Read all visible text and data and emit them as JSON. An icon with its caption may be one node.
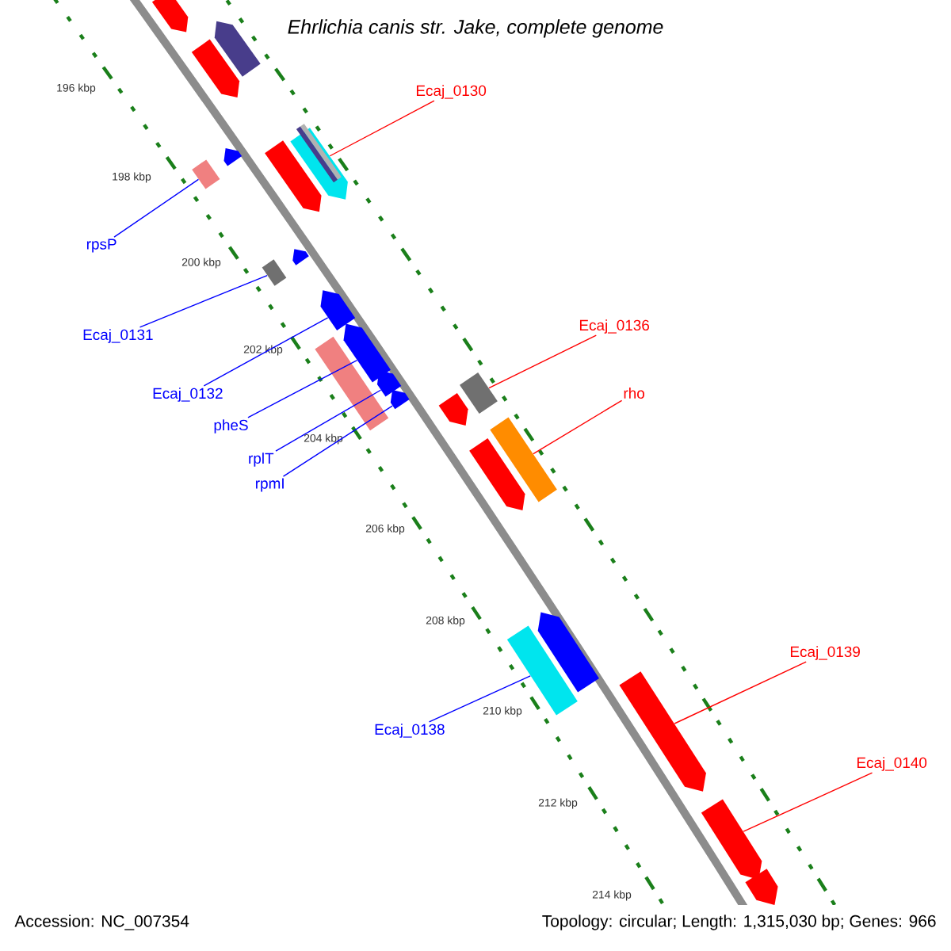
{
  "diagram": {
    "title": "Ehrlichia canis str. Jake, complete genome",
    "nodes": [
      {
        "text": [
          "Ecaj_0130"
        ]
      },
      {
        "text": [
          "rpsP"
        ]
      },
      {
        "text": [
          "Ecaj_0131"
        ]
      },
      {
        "text": [
          "Ecaj_0136"
        ]
      },
      {
        "text": [
          "Ecaj_0132"
        ]
      },
      {
        "text": [
          "rho"
        ]
      },
      {
        "text": [
          "pheS"
        ]
      },
      {
        "text": [
          "rplT"
        ]
      },
      {
        "text": [
          "rpmI"
        ]
      },
      {
        "text": [
          "Ecaj_0138"
        ]
      },
      {
        "text": [
          "Ecaj_0139"
        ]
      },
      {
        "text": [
          "Ecaj_0140"
        ]
      },
      {
        "text": [],
        "shape": "bar"
      },
      {
        "text": [],
        "shape": "bar"
      },
      {
        "text": [],
        "shape": "bar"
      },
      {
        "text": [],
        "shape": "bar"
      },
      {
        "text": [],
        "shape": "bar"
      },
      {
        "text": [],
        "shape": "bar"
      },
      {
        "text": [],
        "shape": "bar"
      },
      {
        "text": [],
        "shape": "bar"
      },
      {
        "text": [],
        "shape": "bar"
      },
      {
        "text": [],
        "shape": "bar"
      },
      {
        "text": [],
        "shape": "bar"
      },
      {
        "text": [],
        "shape": "bar"
      },
      {
        "text": [],
        "shape": "bar"
      },
      {
        "text": [],
        "shape": "bar"
      },
      {
        "text": [],
        "shape": "bar"
      },
      {
        "text": [],
        "shape": "bar"
      },
      {
        "text": [],
        "shape": "bar"
      },
      {
        "text": [],
        "shape": "bar"
      },
      {
        "text": [],
        "shape": "bar"
      },
      {
        "text": [],
        "shape": "bar"
      },
      {
        "text": [],
        "shape": "bar"
      },
      {
        "text": [],
        "shape": "bar"
      },
      {
        "text": [],
        "shape": "bar"
      }
    ],
    "edges": [
      {
        "from": 0,
        "to": 16,
        "arrow": "none",
        "color": "#ff0000"
      },
      {
        "from": 1,
        "to": 17,
        "arrow": "none"
      },
      {
        "from": 2,
        "to": 20,
        "arrow": "none"
      },
      {
        "from": 3,
        "to": 25,
        "arrow": "none",
        "color": "#ff0000"
      },
      {
        "from": 4,
        "to": 21,
        "arrow": "none"
      },
      {
        "from": 5,
        "to": 28,
        "arrow": "none",
        "color": "#ff0000"
      },
      {
        "from": 6,
        "to": 22,
        "arrow": "none"
      },
      {
        "from": 7,
        "to": 24,
        "arrow": "none"
      },
      {
        "from": 8,
        "to": 26,
        "arrow": "none"
      },
      {
        "from": 9,
        "to": 31,
        "arrow": "none"
      },
      {
        "from": 10,
        "to": 32,
        "arrow": "none",
        "color": "#ff0000"
      },
      {
        "from": 11,
        "to": 33,
        "arrow": "none",
        "color": "#ff0000"
      }
    ],
    "labels": [
      "196 kbp",
      "198 kbp",
      "200 kbp",
      "202 kbp",
      "204 kbp",
      "206 kbp",
      "208 kbp",
      "210 kbp",
      "212 kbp",
      "214 kbp",
      "Accession: NC_007354",
      "Topology: circular; Length: 1,315,030 bp; Genes: 966"
    ]
  }
}
